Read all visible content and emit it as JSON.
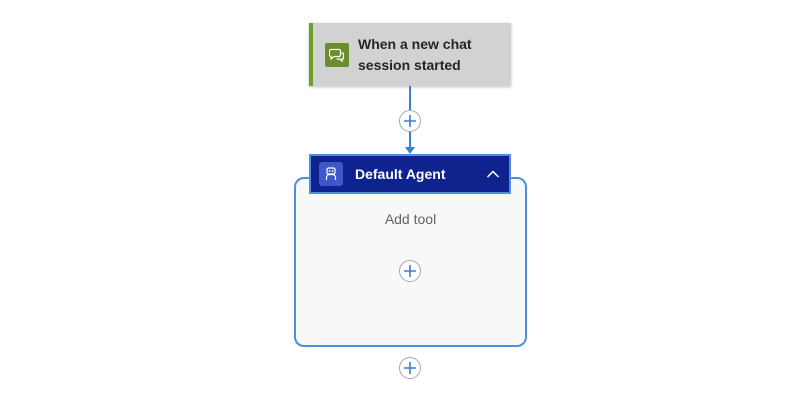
{
  "trigger": {
    "label": "When a new chat session started",
    "icon": "chat-bubbles-icon",
    "accent_color": "#6e9d2a"
  },
  "agent": {
    "title": "Default Agent",
    "icon": "robot-icon",
    "header_color": "#0f238e",
    "border_color": "#4a8fe0",
    "add_tool_label": "Add tool"
  },
  "connectors": {
    "color": "#3b7fd1",
    "plus_icon": "plus-icon"
  }
}
